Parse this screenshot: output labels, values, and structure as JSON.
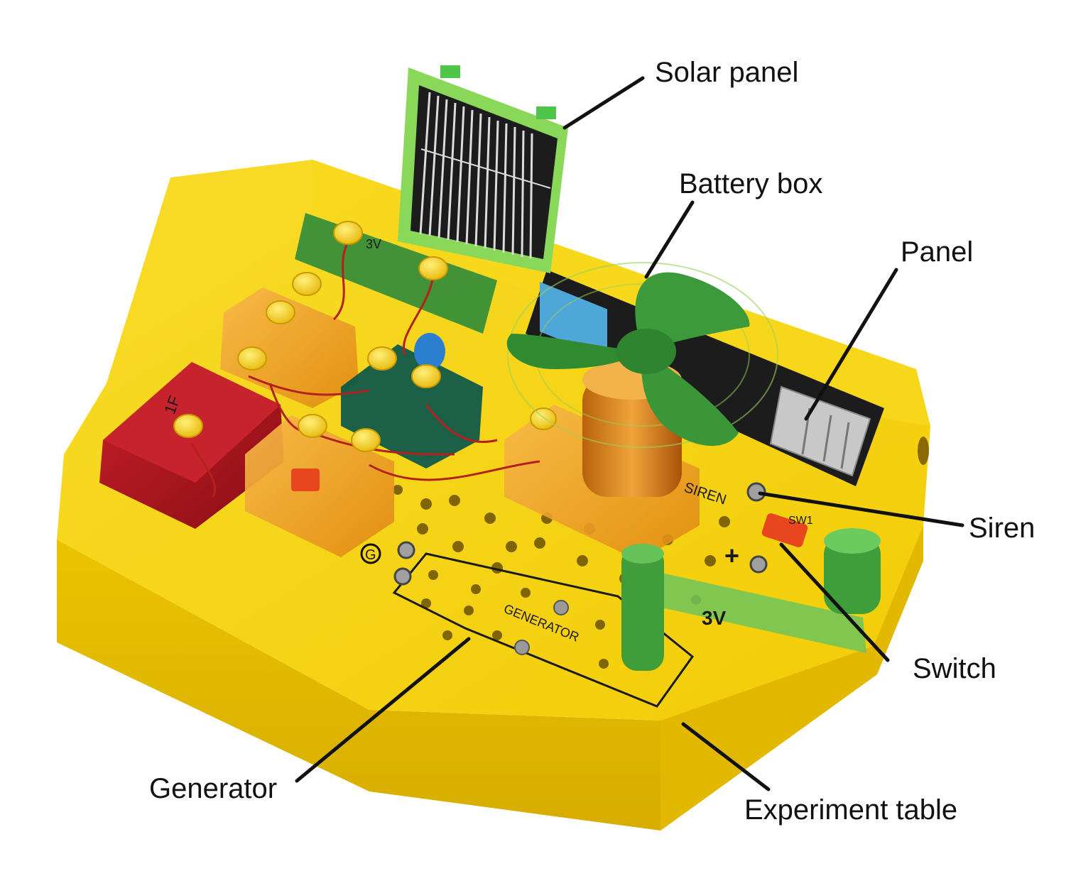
{
  "labels": {
    "solar_panel": "Solar panel",
    "battery_box": "Battery box",
    "panel": "Panel",
    "siren": "Siren",
    "switch": "Switch",
    "generator": "Generator",
    "experiment_table": "Experiment table"
  },
  "printed_on_board": {
    "generator_plate": "GENERATOR",
    "siren_marking": "SIREN",
    "switch_marking": "SW1",
    "capacitor_marking": "1F",
    "solar_voltage": "3V",
    "board_voltage": "3V",
    "ground_marking": "G"
  },
  "colors": {
    "board": "#f5d40f",
    "board_shadow": "#d9b400",
    "solar_frame": "#7fd24a",
    "solar_cell": "#1c1c1c",
    "module_orange": "#f2a21b",
    "module_red": "#b0141c",
    "module_teal": "#0f5a4a",
    "fan": "#3d9a3a",
    "crank": "#5fbf4f",
    "label_text": "#111111"
  }
}
